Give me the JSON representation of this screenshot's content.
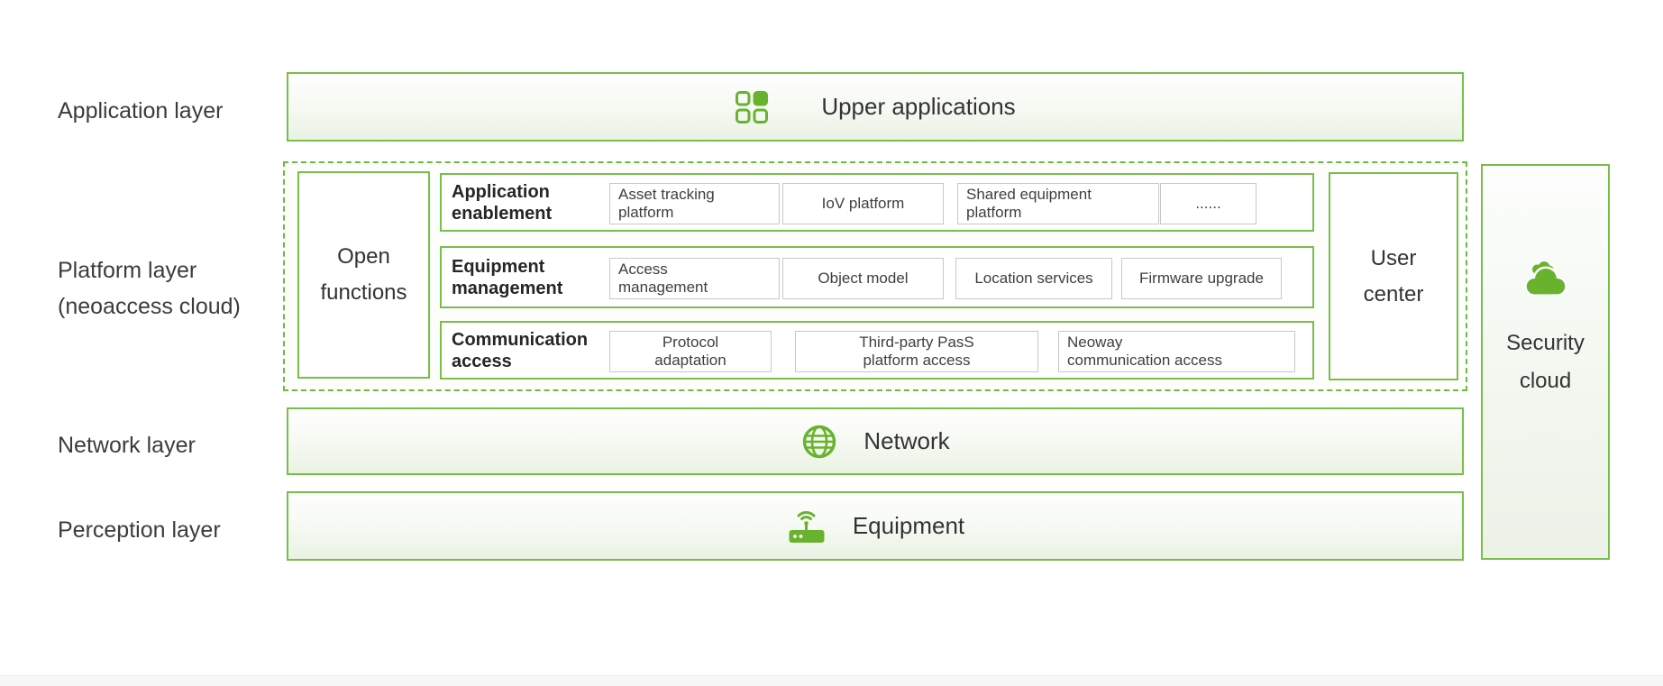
{
  "colors": {
    "green_border": "#79bd4a",
    "green_dashed": "#6eb93f",
    "green_icon": "#68b22d",
    "cell_border": "#c8c8c8",
    "text_dark": "#333333"
  },
  "layer_labels": [
    {
      "label": "Application layer"
    },
    {
      "label": "Platform layer (neoaccess cloud)"
    },
    {
      "label": "Network layer"
    },
    {
      "label": "Perception layer"
    }
  ],
  "application_layer": {
    "title": "Upper applications",
    "icon": "apps-grid-icon"
  },
  "platform_layer": {
    "open_functions": "Open functions",
    "rows": [
      {
        "category": "Application enablement",
        "items": [
          "Asset tracking\nplatform",
          "IoV platform",
          "Shared equipment\nplatform",
          "......"
        ]
      },
      {
        "category": "Equipment management",
        "items": [
          "Access\nmanagement",
          "Object model",
          "Location services",
          "Firmware upgrade"
        ]
      },
      {
        "category": "Communication access",
        "items": [
          "Protocol\nadaptation",
          "Third-party PasS\nplatform access",
          "Neoway\ncommunication access"
        ]
      }
    ],
    "user_center": "User center"
  },
  "security_cloud": {
    "title": "Security cloud",
    "icon": "cloud-icon"
  },
  "network_layer": {
    "title": "Network",
    "icon": "globe-icon"
  },
  "perception_layer": {
    "title": "Equipment",
    "icon": "router-wifi-icon"
  }
}
